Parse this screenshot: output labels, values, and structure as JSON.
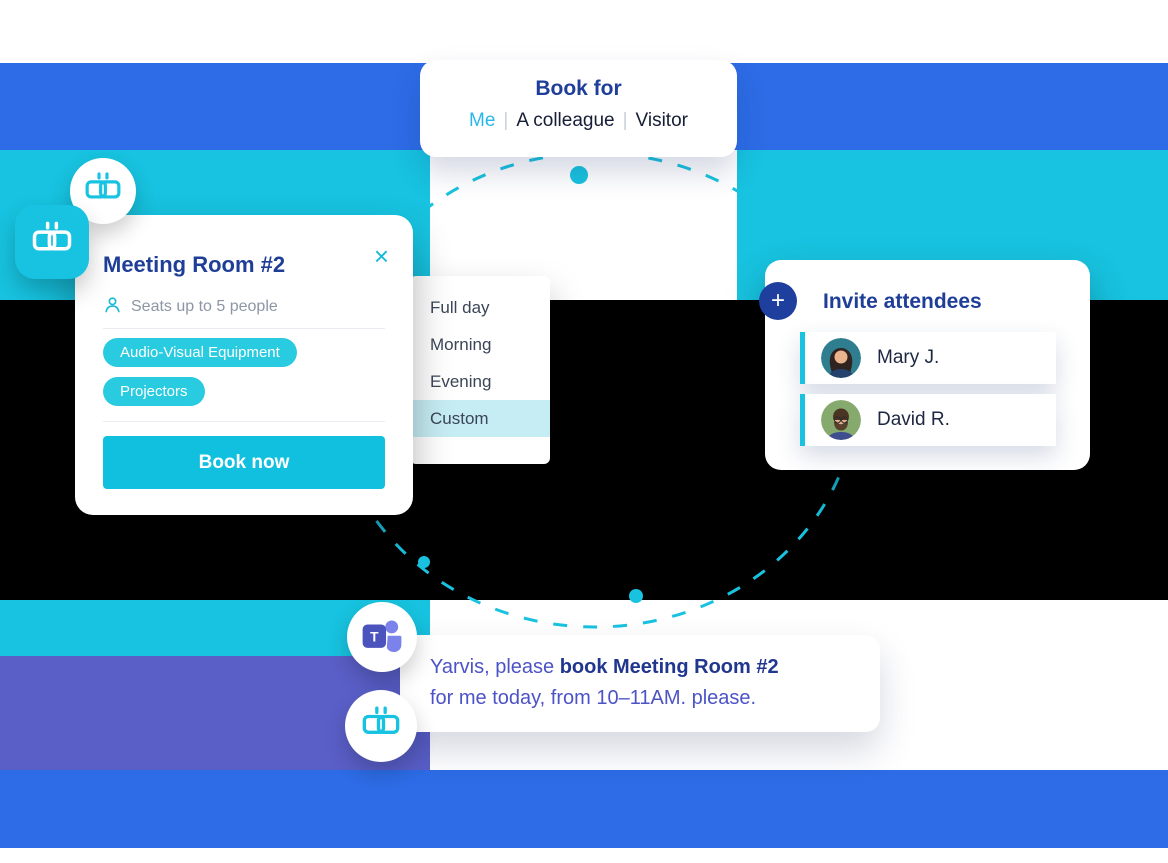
{
  "booking_panel": {
    "title": "Book for",
    "separator": "|",
    "options": [
      {
        "label": "Me",
        "active": true
      },
      {
        "label": "A colleague",
        "active": false
      },
      {
        "label": "Visitor",
        "active": false
      }
    ]
  },
  "room_card": {
    "title": "Meeting Room #2",
    "close_icon": "×",
    "capacity": "Seats up to 5 people",
    "amenities": [
      "Audio-Visual Equipment",
      "Projectors"
    ],
    "book_button": "Book now"
  },
  "duration_menu": {
    "items": [
      "Full day",
      "Morning",
      "Evening",
      "Custom"
    ],
    "selected": "Custom"
  },
  "invite_panel": {
    "plus_icon": "+",
    "title": "Invite attendees",
    "attendees": [
      {
        "name": "Mary J."
      },
      {
        "name": "David R."
      }
    ]
  },
  "chat_message": {
    "text_before": "Yarvis, please ",
    "text_bold": "book Meeting Room #2",
    "text_after": "for me today, from 10–11AM. please."
  },
  "icons": {
    "teams_letter": "T"
  },
  "colors": {
    "blue_band": "#2d6ce6",
    "cyan": "#17c3e0",
    "purple_band": "#5a5fc8",
    "black_band": "#000000",
    "dark_blue_text": "#1e3e9a",
    "accent_cyan_text": "#29b6e8",
    "button_cyan": "#10c0de"
  }
}
